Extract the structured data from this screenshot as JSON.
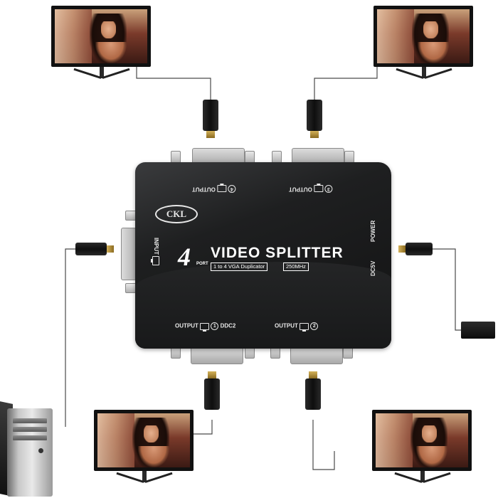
{
  "device": {
    "brand_logo": "CKL",
    "product_number": "4",
    "product_port_word": "PORT",
    "product_name": "VIDEO SPLITTER",
    "product_subtitle": "1 to 4 VGA Duplicator",
    "product_bandwidth": "250MHz",
    "labels": {
      "output_word": "OUTPUT",
      "input_word": "INPUT",
      "ddc2": "DDC2",
      "dc5v": "DC5V",
      "power": "POWER",
      "port_1": "1",
      "port_2": "2",
      "port_3": "3",
      "port_4": "4"
    }
  },
  "icons": {
    "monitor": "monitor-icon",
    "computer": "pc-tower-icon",
    "power_adapter": "power-adapter-icon"
  },
  "colors": {
    "device_body": "#1e1f20",
    "label_text": "#e8e8e8",
    "connector_metal": "#c4c4c4",
    "plug_gold": "#c9a445",
    "cable": "#4a4a4a"
  }
}
